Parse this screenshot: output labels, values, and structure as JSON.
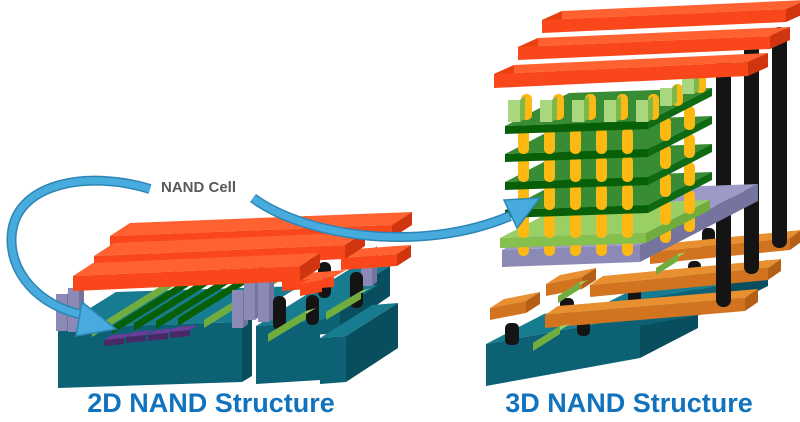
{
  "labels": {
    "nand_cell": "NAND Cell",
    "left_caption": "2D NAND Structure",
    "right_caption": "3D NAND Structure"
  },
  "icons": {
    "left_arrow": "curved-arrow-pointing-to-2d-structure",
    "right_arrow": "curved-arrow-pointing-to-3d-structure"
  },
  "colors": {
    "caption_blue": "#1173BD",
    "label_gray": "#58595B",
    "arrow_fill": "#47ACDD",
    "arrow_edge": "#2C85B5",
    "red_front": "#F9461A",
    "red_top": "#FF6230",
    "red_end": "#D03510",
    "red_cap": "#E8400F",
    "orange_top": "#E89030",
    "orange_front": "#D2741F",
    "orange_end": "#B35F16",
    "teal_top": "#177C90",
    "teal_front": "#0C6175",
    "teal_side": "#084E5F",
    "green_top": "#388C33",
    "green_front": "#075F07",
    "green_side": "#0F6A14",
    "lightgreen_top": "#9ACF66",
    "lightgreen_front": "#85C04F",
    "lightgreen_side": "#70AC3E",
    "tab_front": "#A8D77E",
    "tab_side": "#7DB84A",
    "yellow": "#FDB913",
    "purple_top": "#9C9BC7",
    "purple_front": "#8B89B6",
    "purple_side": "#75749E",
    "violet_top": "#6A3D99",
    "violet_front": "#472966",
    "black": "#141414"
  }
}
